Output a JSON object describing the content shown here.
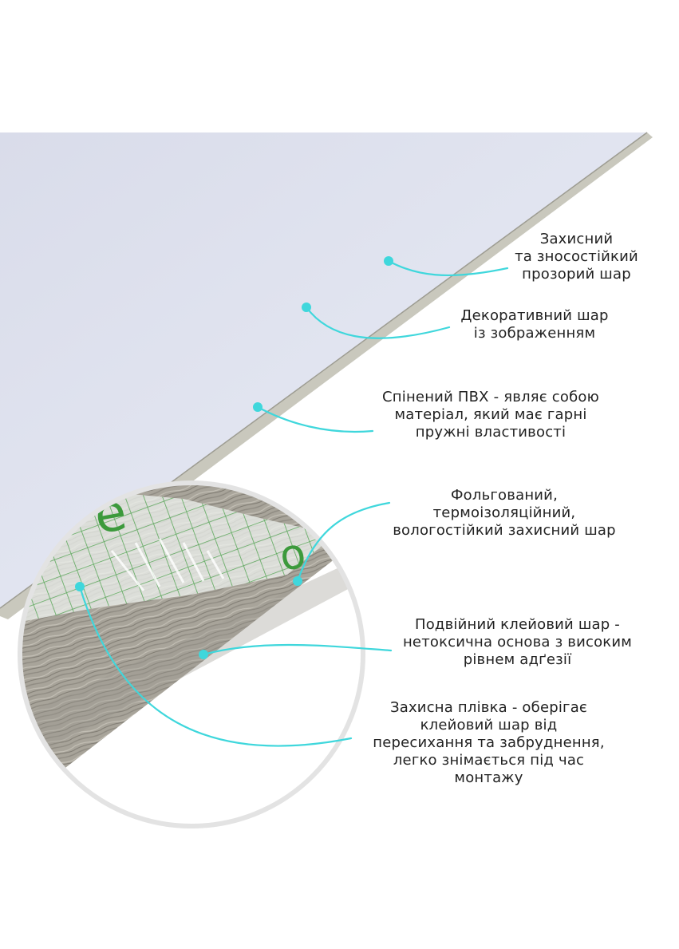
{
  "colors": {
    "panel": "#dfe2ee",
    "edge": "#c9c8bd",
    "callout": "#3fd7dc",
    "text": "#222222",
    "wood": "#a9a59c",
    "mesh": "#3c9a3c"
  },
  "layers": [
    {
      "id": "protective-transparent",
      "lines": [
        "Захисний",
        "та зносостійкий",
        "прозорий шар"
      ]
    },
    {
      "id": "decorative",
      "lines": [
        "Декоративний шар",
        "із зображенням"
      ]
    },
    {
      "id": "foamed-pvc",
      "lines": [
        "Спінений ПВХ - являє собою",
        "матеріал, який має гарні",
        "пружні властивості"
      ]
    },
    {
      "id": "foil",
      "lines": [
        "Фольгований,",
        "термоізоляційний,",
        "вологостійкий захисний шар"
      ]
    },
    {
      "id": "adhesive",
      "lines": [
        "Подвійний клейовий шар -",
        "нетоксична основа з високим",
        "рівнем адґезії"
      ]
    },
    {
      "id": "release-film",
      "lines": [
        "Захисна плівка - оберігає",
        "клейовий шар від",
        "пересихання та забруднення,",
        "легко знімається під час",
        "монтажу"
      ]
    }
  ]
}
